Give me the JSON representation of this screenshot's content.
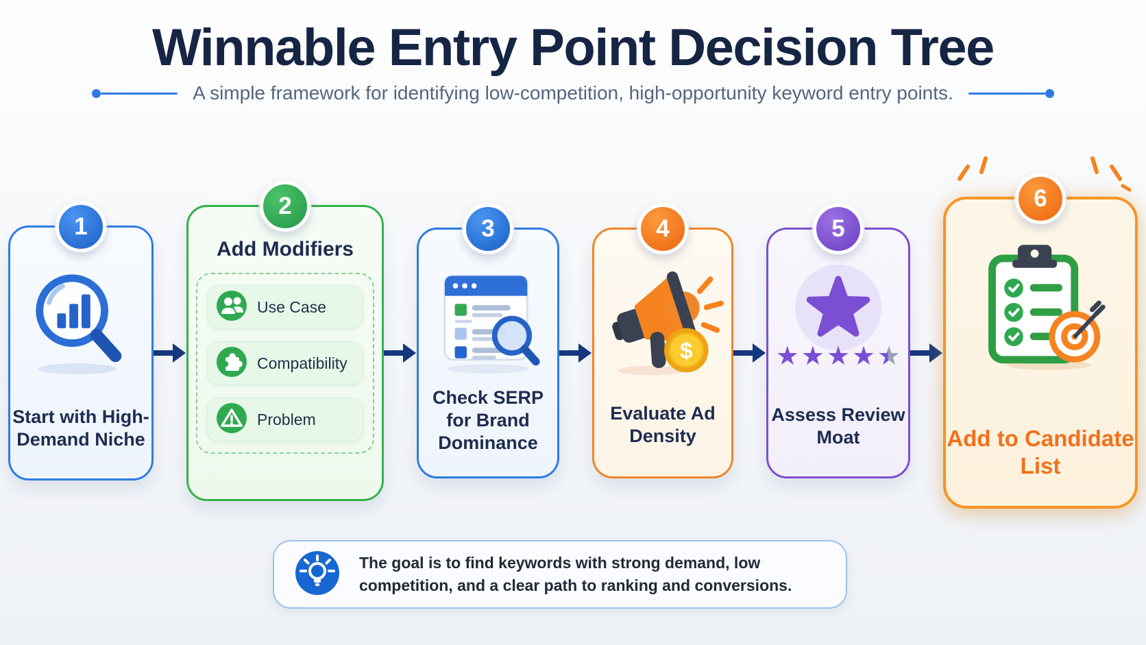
{
  "header": {
    "title": "Winnable Entry Point Decision Tree",
    "subtitle": "A simple framework for identifying low-competition, high-opportunity keyword entry points."
  },
  "steps": [
    {
      "number": "1",
      "title": "Start with High-Demand Niche",
      "icon": "magnifier-bar-chart-icon",
      "accent": "#2e7de0"
    },
    {
      "number": "2",
      "title": "Add Modifiers",
      "accent": "#33b24a",
      "modifiers": [
        {
          "label": "Use Case",
          "icon": "users-icon"
        },
        {
          "label": "Compatibility",
          "icon": "puzzle-icon"
        },
        {
          "label": "Problem",
          "icon": "warning-icon"
        }
      ]
    },
    {
      "number": "3",
      "title": "Check SERP for Brand Dominance",
      "icon": "serp-search-icon",
      "accent": "#2e7de0"
    },
    {
      "number": "4",
      "title": "Evaluate Ad Density",
      "icon": "megaphone-coin-icon",
      "accent": "#f08427"
    },
    {
      "number": "5",
      "title": "Assess Review Moat",
      "icon": "star-rating-icon",
      "accent": "#7c4fd0",
      "rating": {
        "full_stars": 4,
        "half_stars": 1,
        "total_stars": 5
      }
    },
    {
      "number": "6",
      "title": "Add to Candidate List",
      "icon": "clipboard-target-icon",
      "accent": "#f59426",
      "title_color": "#f2711c"
    }
  ],
  "icons": {
    "coin_symbol": "$"
  },
  "note": {
    "icon": "lightbulb-icon",
    "text": "The goal is to find keywords with strong demand, low competition, and a clear path to ranking and conversions."
  },
  "colors": {
    "title_text": "#172544",
    "subtitle_text": "#55657f",
    "card_text": "#1e2c50",
    "arrow": "#16387f",
    "blue_accent": "#2e7de0",
    "green_accent": "#33b24a",
    "orange_accent": "#f5821f",
    "purple_accent": "#7c4fd0",
    "candidate_title": "#f2711c"
  }
}
